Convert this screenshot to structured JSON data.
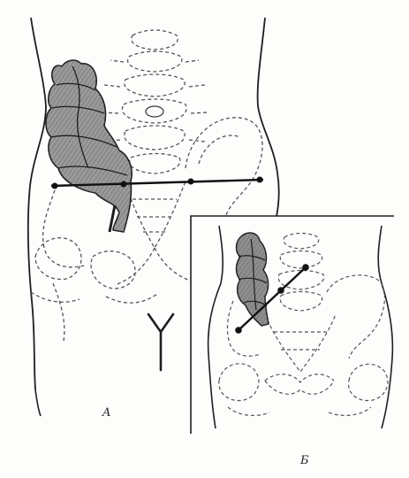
{
  "figure": {
    "panels": [
      {
        "id": "A",
        "label": "A"
      },
      {
        "id": "B",
        "label": "Б"
      }
    ],
    "colors": {
      "background": "#fdfdfb",
      "ink": "#1e1e1e",
      "dashed_ink": "#555555",
      "colon_shade": "#8a8a8a"
    }
  }
}
